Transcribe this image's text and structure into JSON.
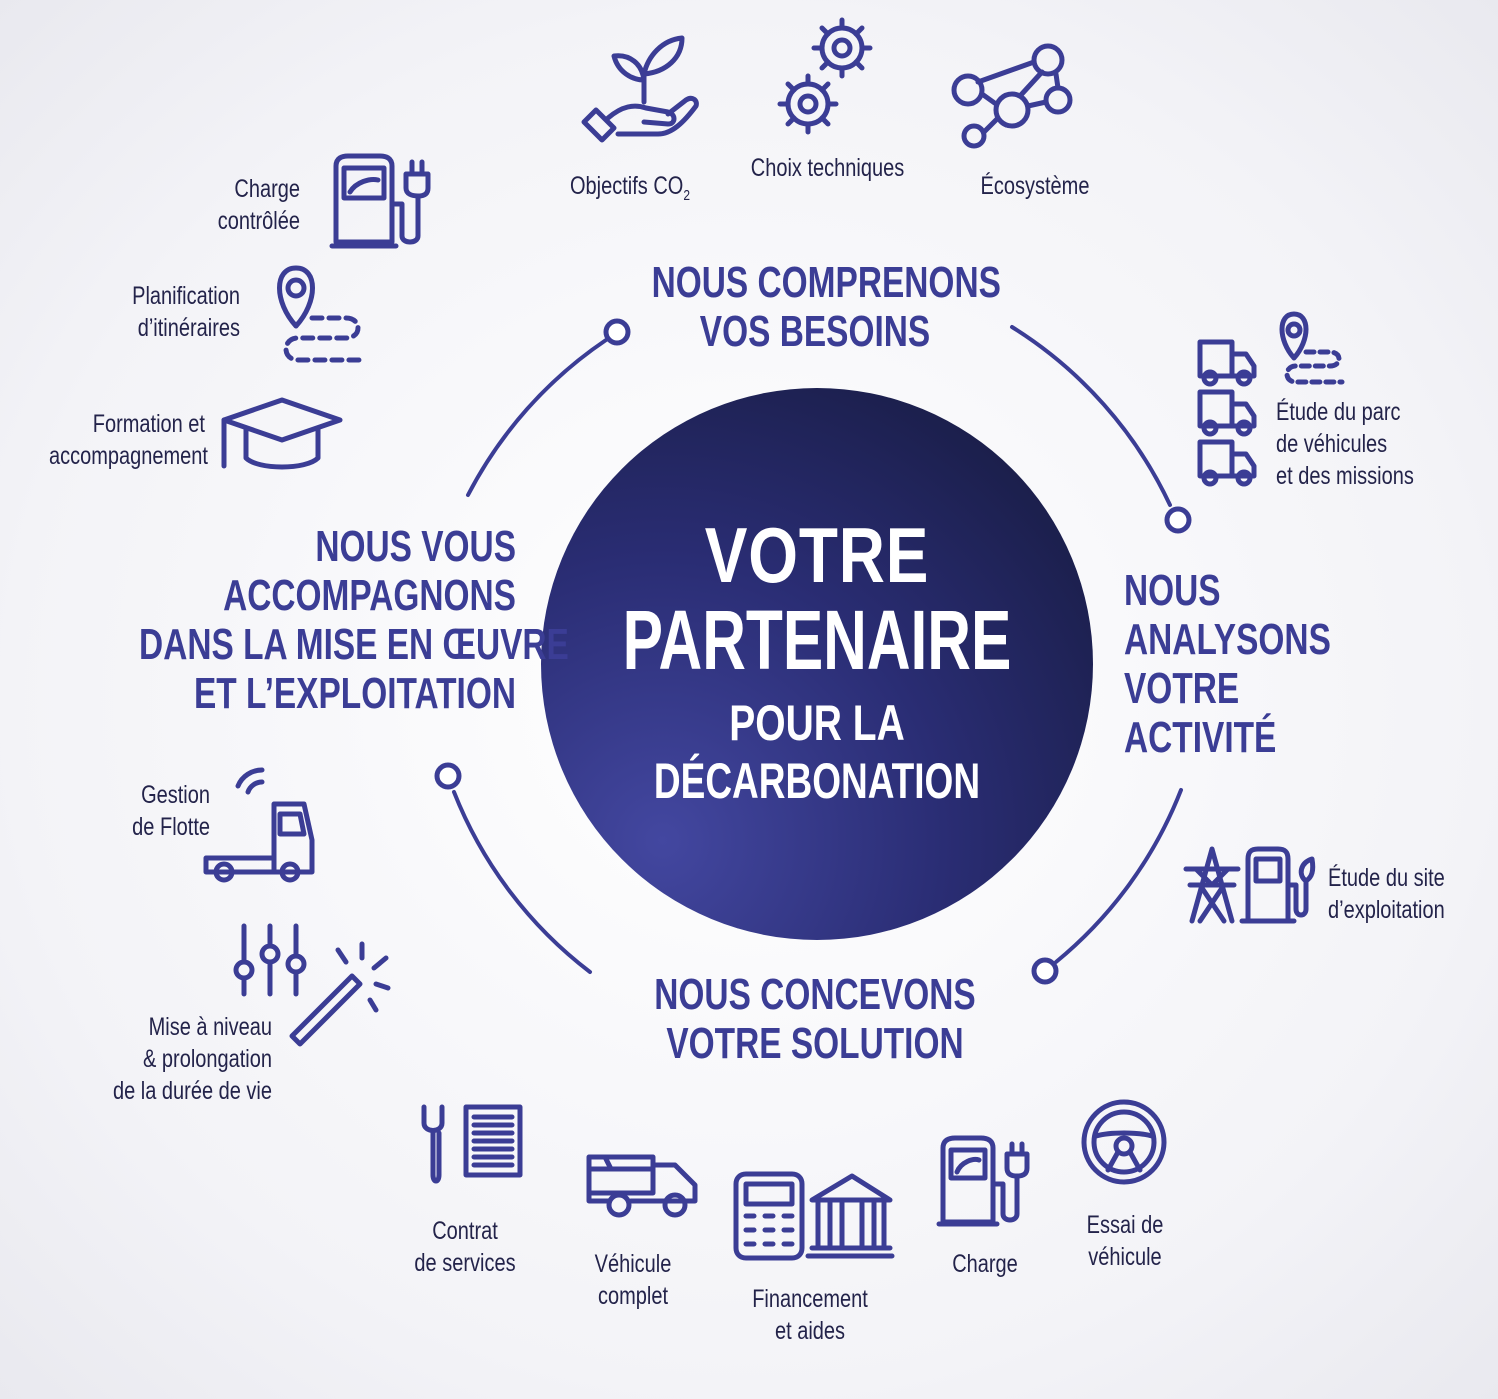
{
  "colors": {
    "accent": "#3b3d95",
    "circle_dark": "#141838",
    "circle_light": "#4347a0",
    "label_text": "#23234a"
  },
  "center": {
    "line1": "VOTRE",
    "line2": "PARTENAIRE",
    "line3": "POUR LA",
    "line4": "DÉCARBONATION"
  },
  "stages": {
    "top": {
      "line1": "NOUS COMPRENONS",
      "line2": "VOS BESOINS"
    },
    "right": {
      "line1": "NOUS",
      "line2": "ANALYSONS",
      "line3": "VOTRE",
      "line4": "ACTIVITÉ"
    },
    "bottom": {
      "line1": "NOUS CONCEVONS",
      "line2": "VOTRE SOLUTION"
    },
    "left": {
      "line1": "NOUS VOUS",
      "line2": "ACCOMPAGNONS",
      "line3": "DANS LA MISE EN ŒUVRE",
      "line4": "ET L’EXPLOITATION"
    }
  },
  "items": {
    "objectifs": {
      "label": "Objectifs CO",
      "sub": "2",
      "icon": "plant-hand-icon"
    },
    "choix": {
      "label": "Choix techniques",
      "icon": "gears-icon"
    },
    "ecosysteme": {
      "label": "Écosystème",
      "icon": "network-icon"
    },
    "parc": {
      "line1": "Étude du parc",
      "line2": "de véhicules",
      "line3": "et des missions",
      "icon": "fleet-route-icon"
    },
    "site": {
      "line1": "Étude du site",
      "line2": "d’exploitation",
      "icon": "pylon-charger-icon"
    },
    "contrat": {
      "line1": "Contrat",
      "line2": "de services",
      "icon": "wrench-document-icon"
    },
    "vehicule": {
      "line1": "Véhicule",
      "line2": "complet",
      "icon": "truck-icon"
    },
    "financement": {
      "line1": "Financement",
      "line2": "et aides",
      "icon": "calculator-bank-icon"
    },
    "charge": {
      "label": "Charge",
      "icon": "charger-icon"
    },
    "essai": {
      "line1": "Essai de",
      "line2": "véhicule",
      "icon": "steering-wheel-icon"
    },
    "charge_controlee": {
      "line1": "Charge",
      "line2": "contrôlée",
      "icon": "charger-icon"
    },
    "planification": {
      "line1": "Planification",
      "line2": "d’itinéraires",
      "icon": "route-pin-icon"
    },
    "formation": {
      "line1": "Formation et",
      "line2": "accompagnement",
      "icon": "graduation-cap-icon"
    },
    "flotte": {
      "line1": "Gestion",
      "line2": "de Flotte",
      "icon": "connected-truck-icon"
    },
    "mise": {
      "line1": "Mise à niveau",
      "line2": "& prolongation",
      "line3": "de la durée de vie",
      "icon": "sliders-wand-icon"
    }
  }
}
